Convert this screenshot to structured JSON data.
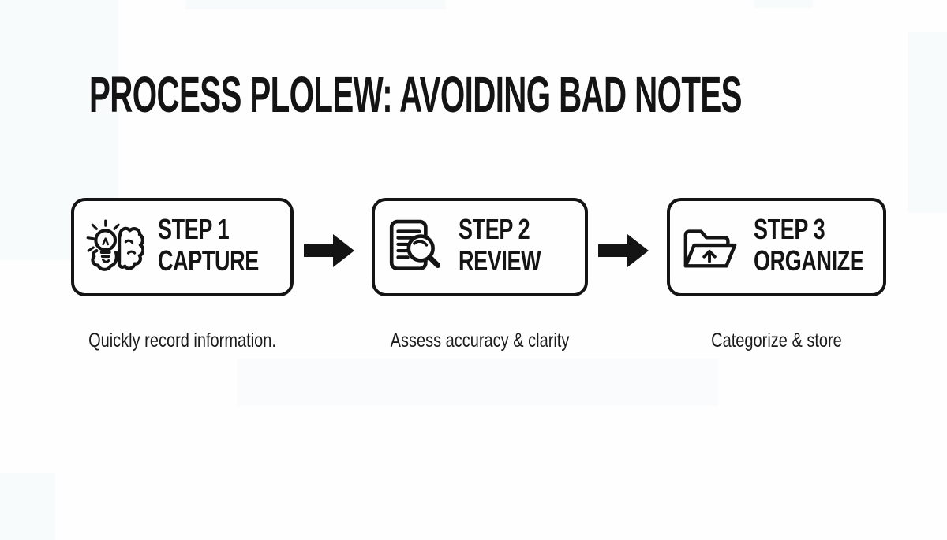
{
  "title": "PROCESS PLOLEW: AVOIDING BAD NOTES",
  "colors": {
    "ink": "#141414",
    "background": "#fefefe",
    "box_border": "#141414",
    "tint": "#f2f7fa"
  },
  "steps": [
    {
      "label": "STEP 1",
      "name": "CAPTURE",
      "icon": "lightbulb-brain-icon",
      "description": "Quickly record information."
    },
    {
      "label": "STEP 2",
      "name": "REVIEW",
      "icon": "document-magnifier-icon",
      "description": "Assess accuracy & clarity"
    },
    {
      "label": "STEP 3",
      "name": "ORGANIZE",
      "icon": "folder-up-arrow-icon",
      "description": "Categorize & store"
    }
  ],
  "connector_icon": "arrow-right-icon"
}
